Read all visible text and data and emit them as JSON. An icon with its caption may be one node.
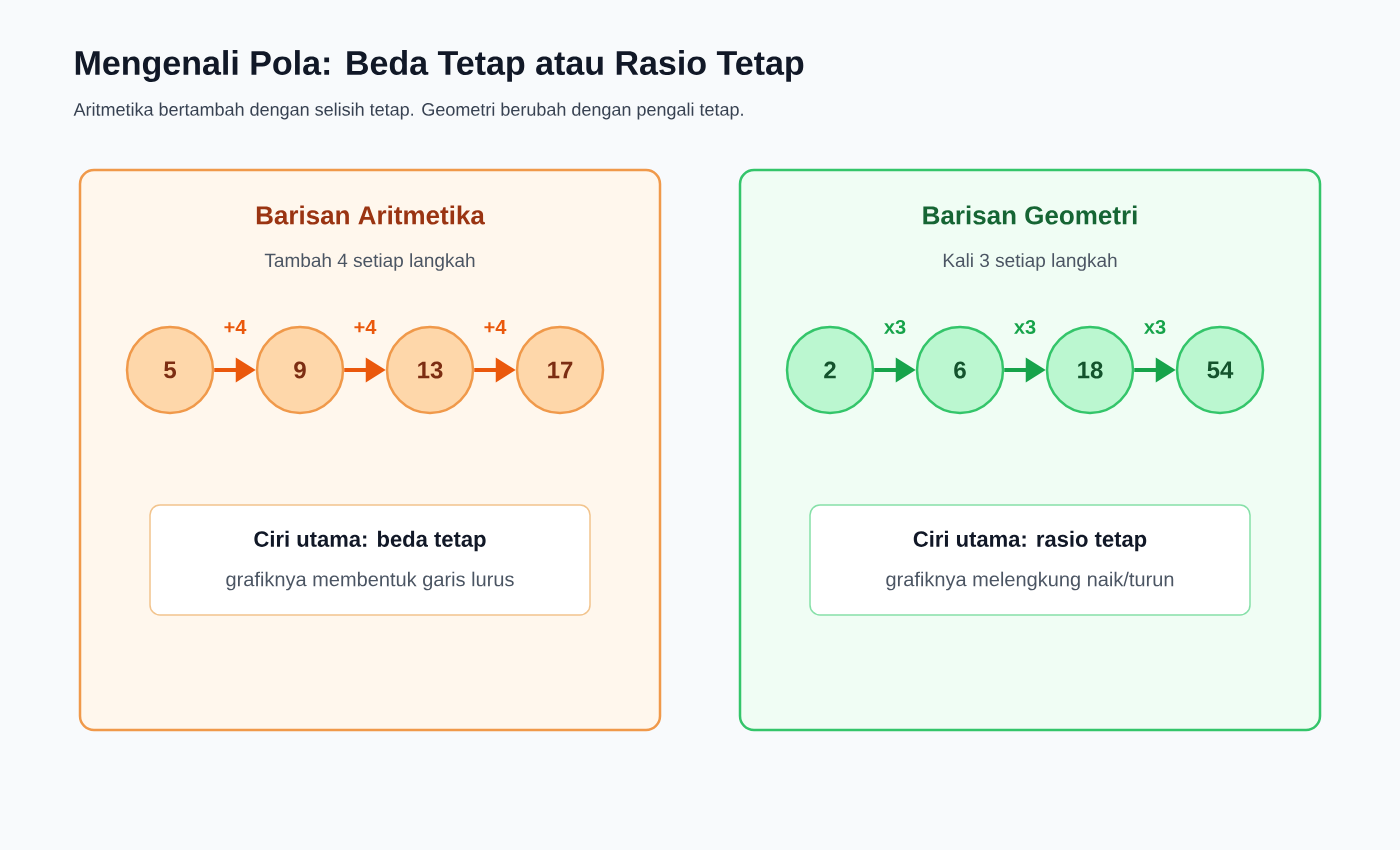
{
  "diagram": {
    "title": "Mengenali Pola: Beda Tetap atau Rasio Tetap",
    "nodes": [
      {
        "text": [
          "Barisan Aritmetika",
          "Tambah 4 setiap langkah"
        ]
      },
      {
        "text": [
          "5"
        ],
        "in": 0
      },
      {
        "text": [
          "9"
        ],
        "in": 0
      },
      {
        "text": [
          "13"
        ],
        "in": 0
      },
      {
        "text": [
          "17"
        ],
        "in": 0
      },
      {
        "text": [
          "Ciri utama: beda tetap",
          "grafiknya membentuk garis lurus"
        ],
        "in": 0
      },
      {
        "text": [
          "Barisan Geometri",
          "Kali 3 setiap langkah"
        ]
      },
      {
        "text": [
          "2"
        ],
        "in": 6
      },
      {
        "text": [
          "6"
        ],
        "in": 6
      },
      {
        "text": [
          "18"
        ],
        "in": 6
      },
      {
        "text": [
          "54"
        ],
        "in": 6
      },
      {
        "text": [
          "Ciri utama: rasio tetap",
          "grafiknya melengkung naik/turun"
        ],
        "in": 6
      }
    ],
    "edges": [
      {
        "from": 1,
        "to": 2,
        "arrow": "to",
        "label": "+4",
        "color": "#ea580c"
      },
      {
        "from": 2,
        "to": 3,
        "arrow": "to",
        "label": "+4",
        "color": "#ea580c"
      },
      {
        "from": 3,
        "to": 4,
        "arrow": "to",
        "label": "+4",
        "color": "#ea580c"
      },
      {
        "from": 7,
        "to": 8,
        "arrow": "to",
        "label": "x3",
        "color": "#16a34a"
      },
      {
        "from": 8,
        "to": 9,
        "arrow": "to",
        "label": "x3",
        "color": "#16a34a"
      },
      {
        "from": 9,
        "to": 10,
        "arrow": "to",
        "label": "x3",
        "color": "#16a34a"
      }
    ],
    "labels": [
      "Aritmetika bertambah dengan selisih tetap. Geometri berubah dengan pengali tetap."
    ]
  }
}
